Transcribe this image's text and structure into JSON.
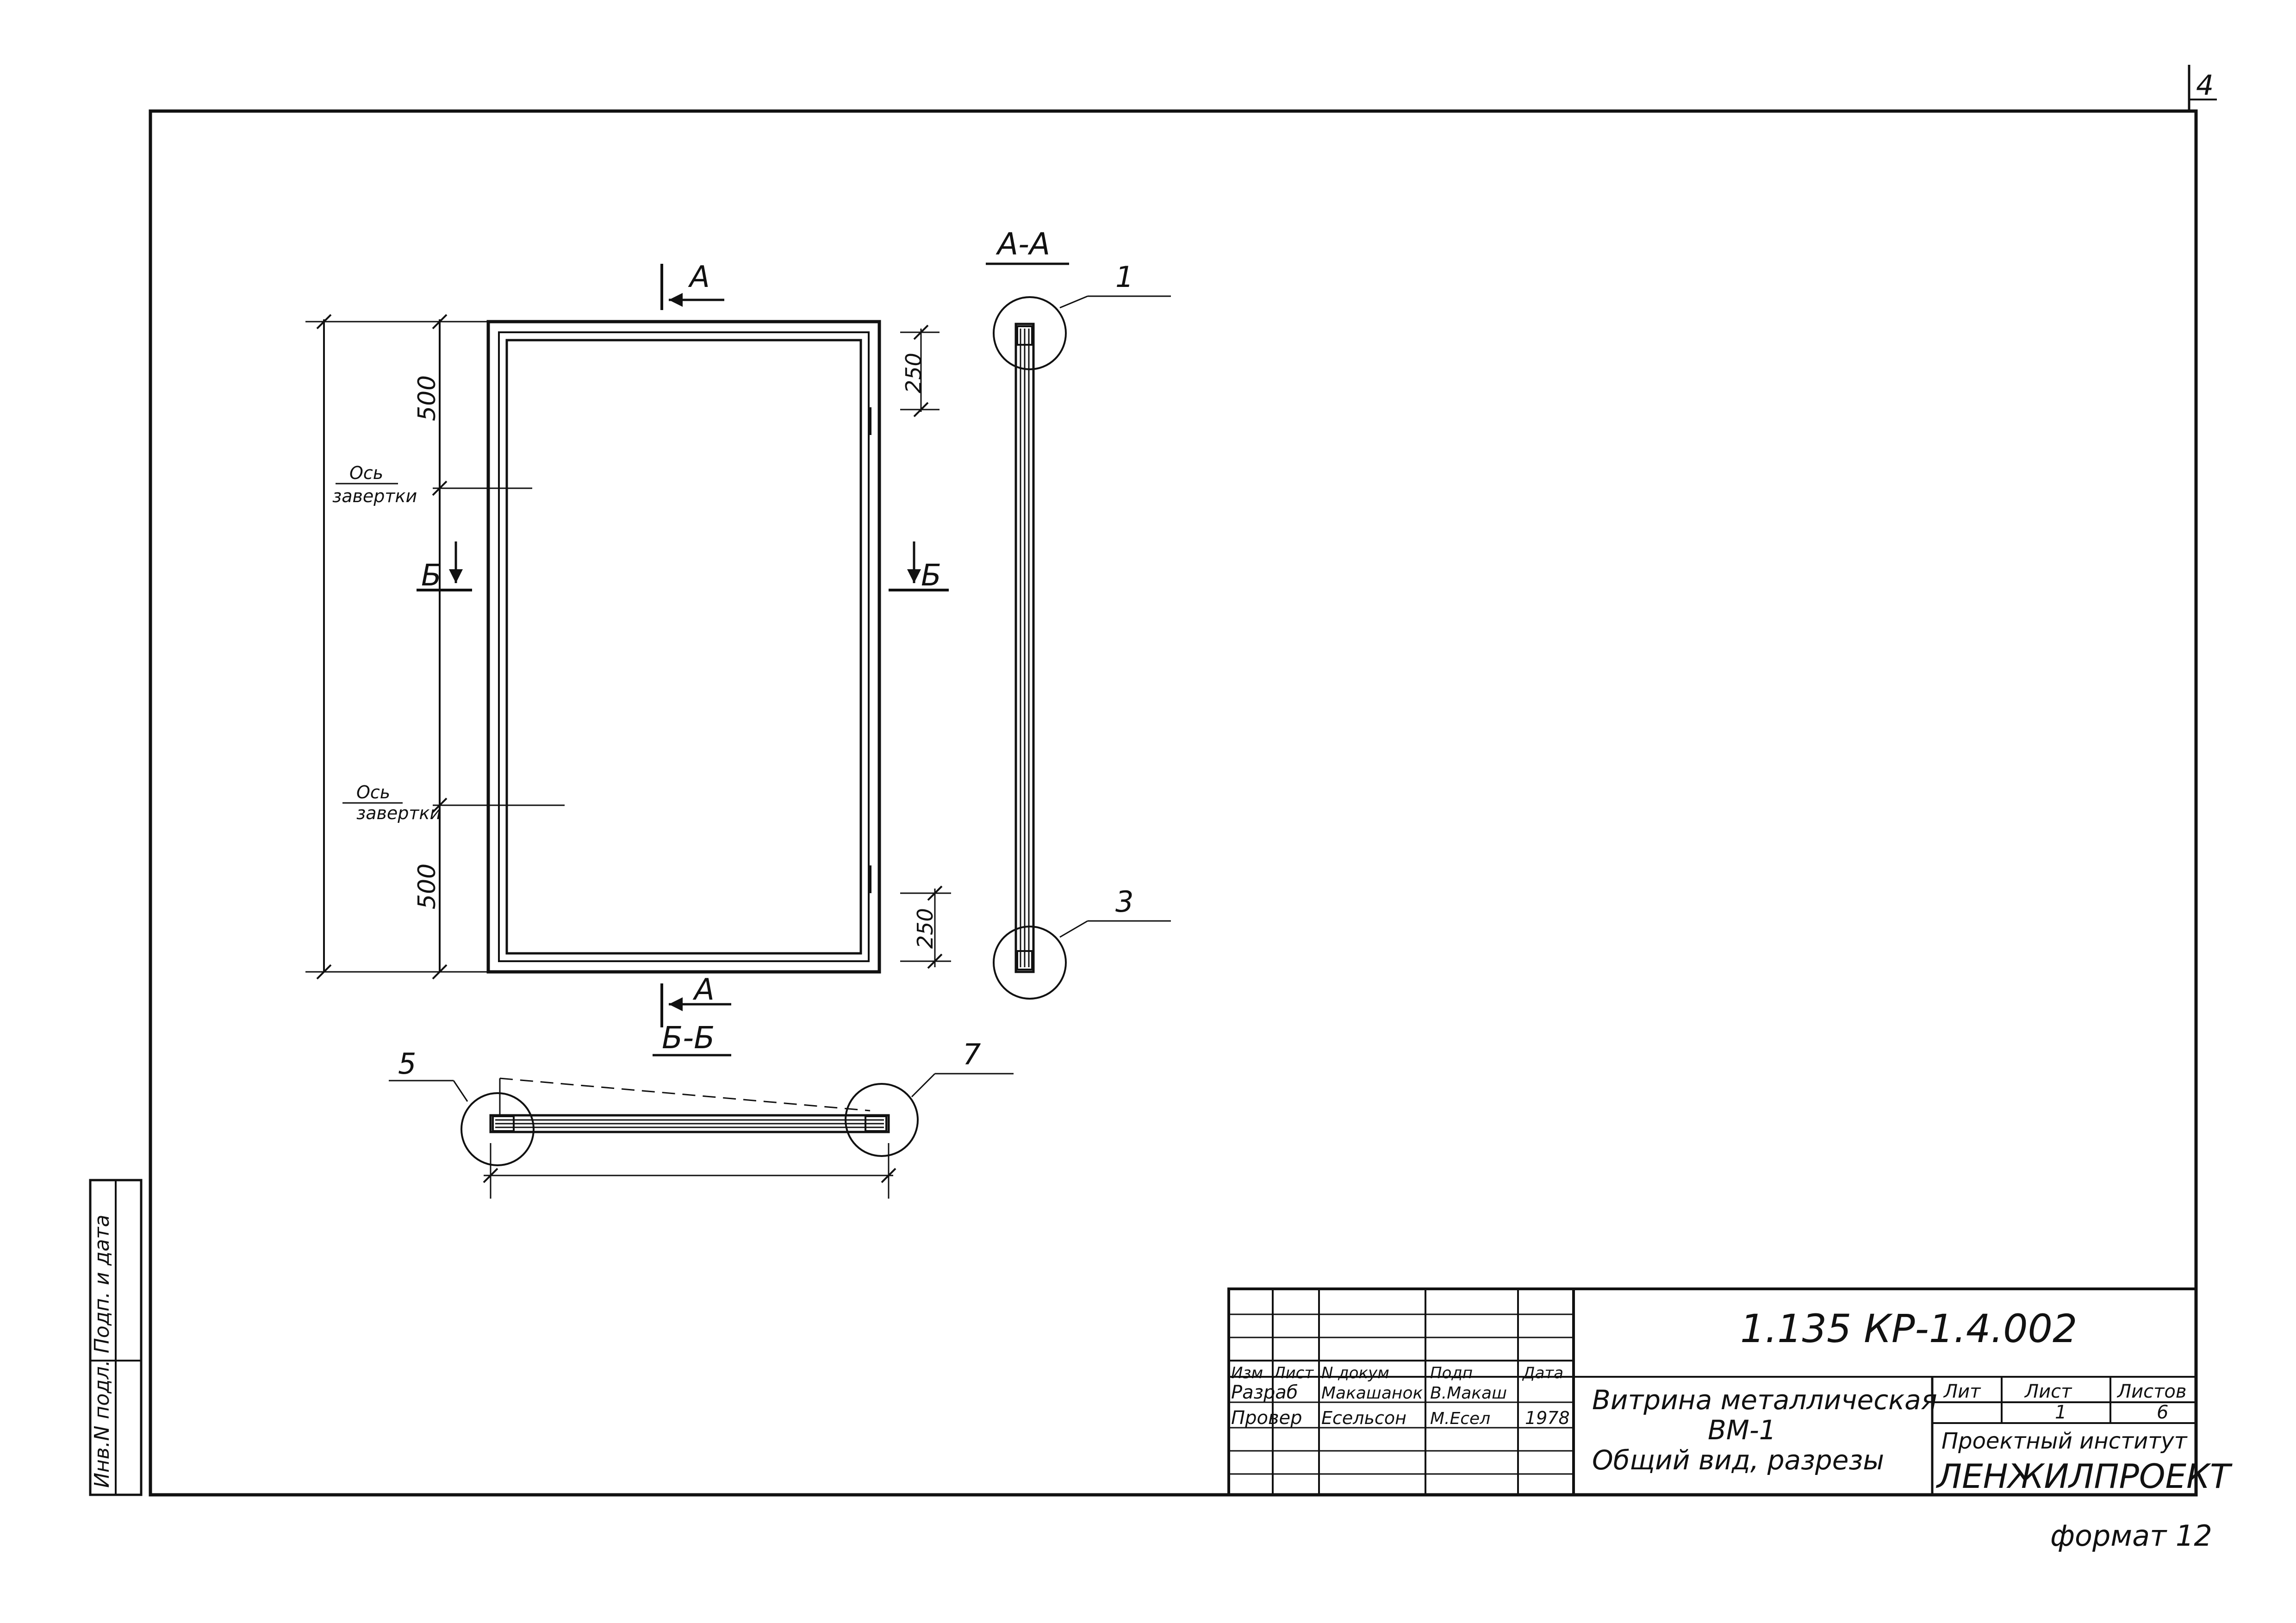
{
  "sheet_number": "4",
  "format_label": "формат 12",
  "views": {
    "front": {
      "section_a_top": "А",
      "section_a_bottom": "А",
      "section_b_left": "Б",
      "section_b_right": "Б",
      "dim_top": "500",
      "dim_bottom": "500",
      "dim_right_top": "250",
      "dim_right_bottom": "250",
      "axis_label_1": "Ось",
      "axis_label_1b": "завертки",
      "axis_label_2": "Ось",
      "axis_label_2b": "завертки"
    },
    "section_aa": {
      "title": "А-А",
      "callout_top": "1",
      "callout_bottom": "3"
    },
    "section_bb": {
      "title": "Б-Б",
      "callout_left": "5",
      "callout_right": "7"
    }
  },
  "side_stamp": {
    "label": "Инв.N подл. Подп. и дата"
  },
  "title_block": {
    "document_code": "1.135 КР-1.4.002",
    "headers": {
      "izm": "Изм",
      "list": "Лист",
      "ndoc": "N докум",
      "podp": "Подп",
      "data": "Дата"
    },
    "rows": [
      {
        "role": "Разраб",
        "name": "Макашанок",
        "signature": "В.Макаш",
        "date": ""
      },
      {
        "role": "Провер",
        "name": "Есельсон",
        "signature": "М.Есел",
        "date": "1978"
      }
    ],
    "title_line1": "Витрина металлическая",
    "title_line2": "ВМ-1",
    "title_line3": "Общий вид, разрезы",
    "lit_label": "Лит",
    "sheet_label": "Лист",
    "sheets_label": "Листов",
    "sheet_value": "1",
    "sheets_value": "6",
    "org_line1": "Проектный институт",
    "org_line2": "ЛЕНЖИЛПРОЕКТ"
  }
}
